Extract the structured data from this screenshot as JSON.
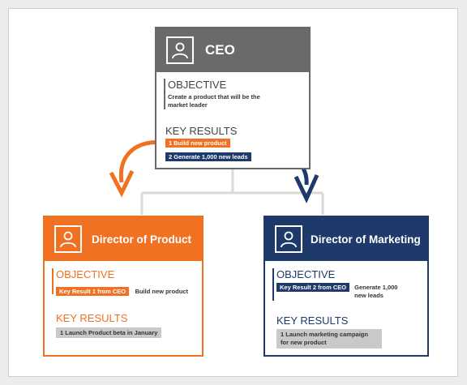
{
  "colors": {
    "ceo": "#6a6a6a",
    "product": "#f07122",
    "marketing": "#1d3a6b",
    "krbg": "#c9c9c9",
    "connector": "#d9d9d9"
  },
  "ceo": {
    "icon": "person-icon",
    "title": "CEO",
    "objective_label": "OBJECTIVE",
    "objective_text": "Create a product that will be the market leader",
    "key_results_label": "KEY RESULTS",
    "key_results": [
      "1  Build new product",
      "2  Generate 1,000 new leads"
    ]
  },
  "product": {
    "icon": "person-icon",
    "title": "Director of Product",
    "objective_label": "OBJECTIVE",
    "objective_tag": "Key Result 1 from CEO",
    "objective_text": "Build new product",
    "key_results_label": "KEY RESULTS",
    "key_results": [
      "1  Launch Product beta in January"
    ]
  },
  "marketing": {
    "icon": "person-icon",
    "title": "Director of Marketing",
    "objective_label": "OBJECTIVE",
    "objective_tag": "Key Result 2 from CEO",
    "objective_text": "Generate 1,000 new leads",
    "key_results_label": "KEY RESULTS",
    "key_results": [
      "1  Launch marketing campaign for new product"
    ]
  }
}
